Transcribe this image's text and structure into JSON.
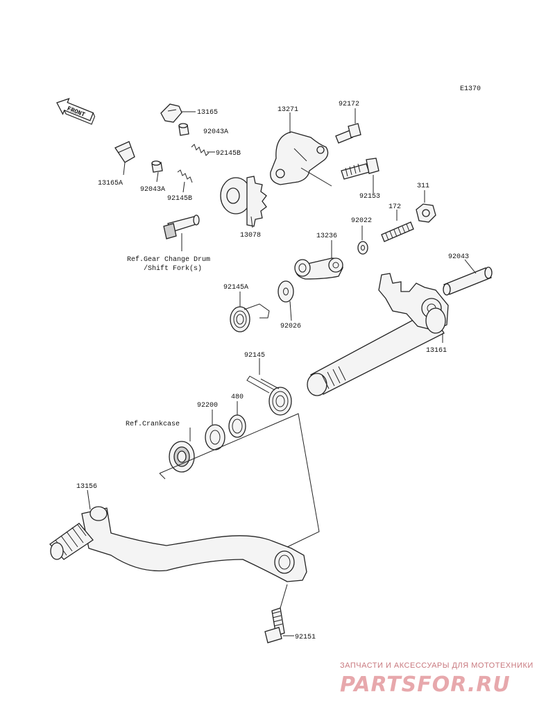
{
  "diagram_code": "E1370",
  "front_label": "FRONT",
  "labels": {
    "p13165": "13165",
    "p92043A_top": "92043A",
    "p92145B_top": "92145B",
    "p13165A": "13165A",
    "p92043A_bottom": "92043A",
    "p92145B_bottom": "92145B",
    "p13271": "13271",
    "p92172": "92172",
    "p92153": "92153",
    "p311": "311",
    "p172": "172",
    "p92022": "92022",
    "p13078": "13078",
    "p13236": "13236",
    "ref_drum_line1": "Ref.Gear Change Drum",
    "ref_drum_line2": "/Shift Fork(s)",
    "p92043": "92043",
    "p92145A": "92145A",
    "p92026": "92026",
    "p13161": "13161",
    "p92145": "92145",
    "p480": "480",
    "p92200": "92200",
    "ref_crankcase": "Ref.Crankcase",
    "p13156": "13156",
    "p92151": "92151"
  },
  "watermark": {
    "tagline": "ЗАПЧАСТИ И АКСЕССУАРЫ ДЛЯ МОТОТЕХНИКИ",
    "brand": "PARTSFOR.RU"
  }
}
